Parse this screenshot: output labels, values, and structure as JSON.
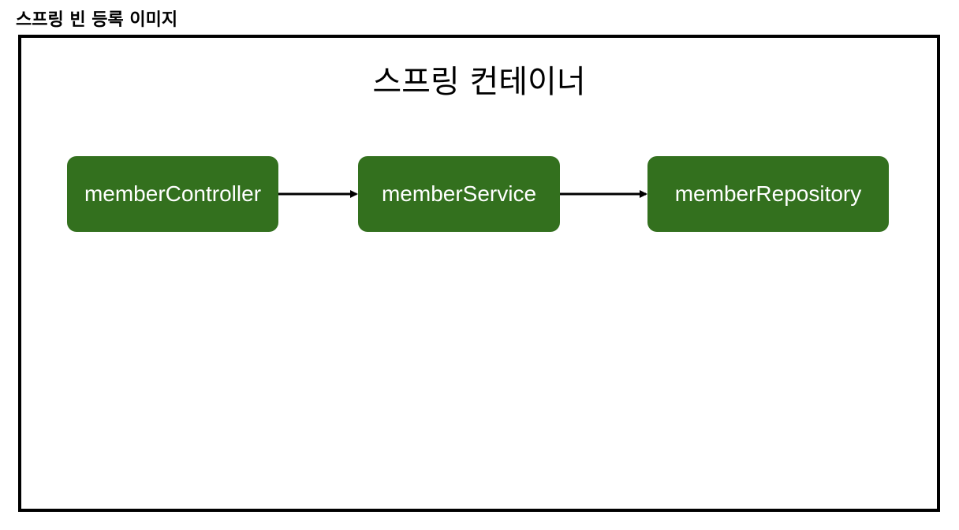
{
  "page": {
    "heading": "스프링 빈 등록 이미지"
  },
  "container": {
    "title": "스프링 컨테이너",
    "beans": [
      {
        "label": "memberController"
      },
      {
        "label": "memberService"
      },
      {
        "label": "memberRepository"
      }
    ],
    "arrows": [
      {
        "from": "memberController",
        "to": "memberService"
      },
      {
        "from": "memberService",
        "to": "memberRepository"
      }
    ]
  },
  "colors": {
    "bean_fill": "#33701e",
    "bean_text": "#ffffff",
    "frame_border": "#000000",
    "arrow": "#000000"
  }
}
